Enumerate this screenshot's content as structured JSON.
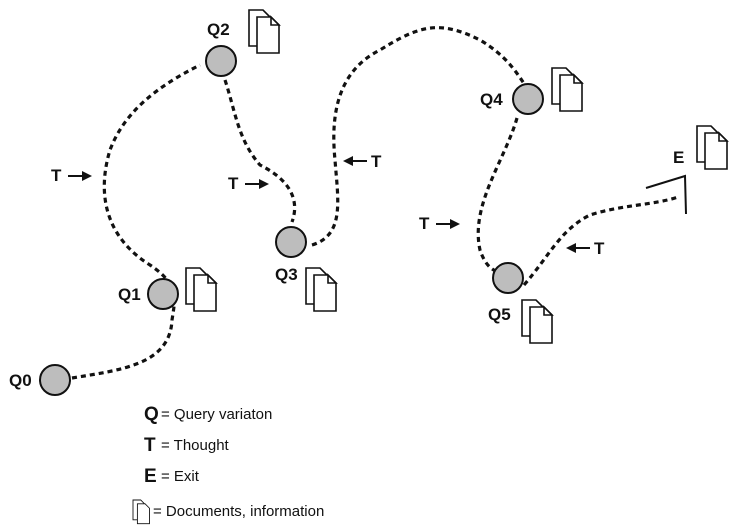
{
  "nodes": {
    "q0": "Q0",
    "q1": "Q1",
    "q2": "Q2",
    "q3": "Q3",
    "q4": "Q4",
    "q5": "Q5",
    "exit": "E"
  },
  "thought_label": "T",
  "legend": [
    {
      "key": "Q",
      "text": "= Query variaton"
    },
    {
      "key": "T",
      "text": "= Thought"
    },
    {
      "key": "E",
      "text": "= Exit"
    },
    {
      "key": "",
      "text": "= Documents, information"
    }
  ],
  "colors": {
    "node_fill": "#bdbdbd",
    "stroke": "#111111",
    "background": "#ffffff"
  }
}
